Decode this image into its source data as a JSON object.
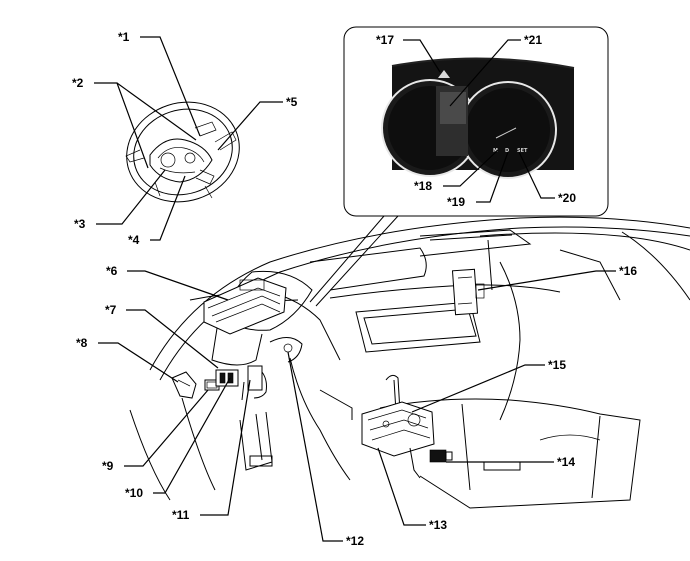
{
  "callouts": {
    "c1": "*1",
    "c2": "*2",
    "c3": "*3",
    "c4": "*4",
    "c5": "*5",
    "c6": "*6",
    "c7": "*7",
    "c8": "*8",
    "c9": "*9",
    "c10": "*10",
    "c11": "*11",
    "c12": "*12",
    "c13": "*13",
    "c14": "*14",
    "c15": "*15",
    "c16": "*16",
    "c17": "*17",
    "c18": "*18",
    "c19": "*19",
    "c20": "*20",
    "c21": "*21"
  },
  "gauge_labels": {
    "mode_a": "M",
    "mode_b": "D",
    "mode_c": "SET"
  }
}
